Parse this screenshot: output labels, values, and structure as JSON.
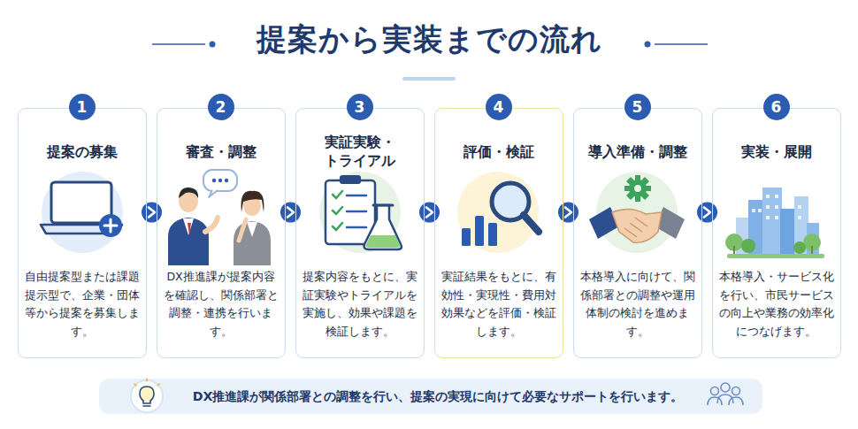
{
  "diagram": {
    "title": "提案から実装までの流れ",
    "nodes": [
      {
        "text": [
          "1",
          "提案の募集",
          "自由提案型または課題提示型で、企業・団体等から提案を募集します。"
        ]
      },
      {
        "text": [
          "2",
          "審査・調整",
          "DX推進課が提案内容を確認し、関係部署と調整・連携を行います。"
        ]
      },
      {
        "text": [
          "3",
          "実証実験・トライアル",
          "提案内容をもとに、実証実験やトライアルを実施し、効果や課題を検証します。"
        ]
      },
      {
        "text": [
          "4",
          "評価・検証",
          "実証結果をもとに、有効性・実現性・費用対効果などを評価・検証します。"
        ]
      },
      {
        "text": [
          "5",
          "導入準備・調整",
          "本格導入に向けて、関係部署との調整や運用体制の検討を進めます。"
        ]
      },
      {
        "text": [
          "6",
          "実装・展開",
          "本格導入・サービス化を行い、市民サービスの向上や業務の効率化につなげます。"
        ]
      },
      {
        "text": [
          "DX推進課が関係部署との調整を行い、提案の実現に向けて必要なサポートを行います。"
        ]
      }
    ],
    "edges": [
      {
        "from": 0,
        "to": 1,
        "arrow": "to"
      },
      {
        "from": 1,
        "to": 2,
        "arrow": "to"
      },
      {
        "from": 2,
        "to": 3,
        "arrow": "to"
      },
      {
        "from": 3,
        "to": 4,
        "arrow": "to"
      },
      {
        "from": 4,
        "to": 5,
        "arrow": "to"
      }
    ]
  }
}
